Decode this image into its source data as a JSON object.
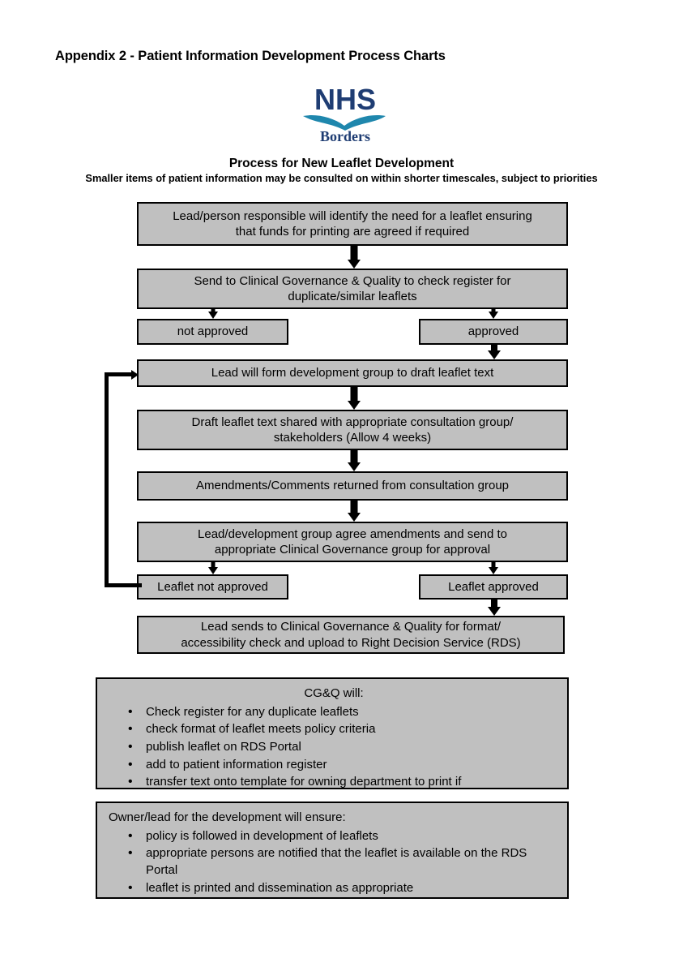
{
  "document": {
    "title": "Appendix 2 - Patient Information Development Process Charts"
  },
  "logo": {
    "name": "nhs-borders-logo",
    "primary_text": "NHS",
    "secondary_text": "Borders",
    "navy": "#1f3d73",
    "teal": "#1f87ad"
  },
  "headings": {
    "process_title": "Process for New Leaflet Development",
    "process_subtitle": "Smaller items of patient information may be consulted on within shorter timescales, subject to priorities"
  },
  "flow": {
    "box_fill": "#c0c0c0",
    "box_border": "#000000",
    "step1": {
      "line1": "Lead/person responsible will identify the need for a leaflet ensuring",
      "line2": "that funds for printing are agreed if required"
    },
    "step2": {
      "line1": "Send to Clinical Governance & Quality to check register for",
      "line2": "duplicate/similar leaflets"
    },
    "decision1_no": "not approved",
    "decision1_yes": "approved",
    "step3": "Lead will form development group to draft leaflet text",
    "step4": {
      "line1": "Draft leaflet text shared with appropriate consultation group/",
      "line2": "stakeholders (Allow 4 weeks)"
    },
    "step5": "Amendments/Comments returned from consultation group",
    "step6": {
      "line1": "Lead/development group agree amendments and send to",
      "line2": "appropriate Clinical Governance group for approval"
    },
    "decision2_no": "Leaflet not approved",
    "decision2_yes": "Leaflet approved",
    "step7": {
      "line1": "Lead sends to Clinical Governance & Quality for format/",
      "line2": "accessibility check and upload to Right Decision Service (RDS)"
    }
  },
  "panels": {
    "cgq": {
      "heading": "CG&Q will:",
      "items": [
        "Check register for any duplicate leaflets",
        "check format of leaflet meets policy criteria",
        "publish leaflet on RDS Portal",
        "add to patient information register",
        "transfer text onto template for owning department to print if"
      ]
    },
    "owner": {
      "heading": "Owner/lead for the development will ensure:",
      "items": [
        "policy is followed in development of leaflets",
        "appropriate persons are notified that the leaflet is available on the RDS Portal",
        "leaflet is printed and dissemination as appropriate"
      ]
    }
  }
}
